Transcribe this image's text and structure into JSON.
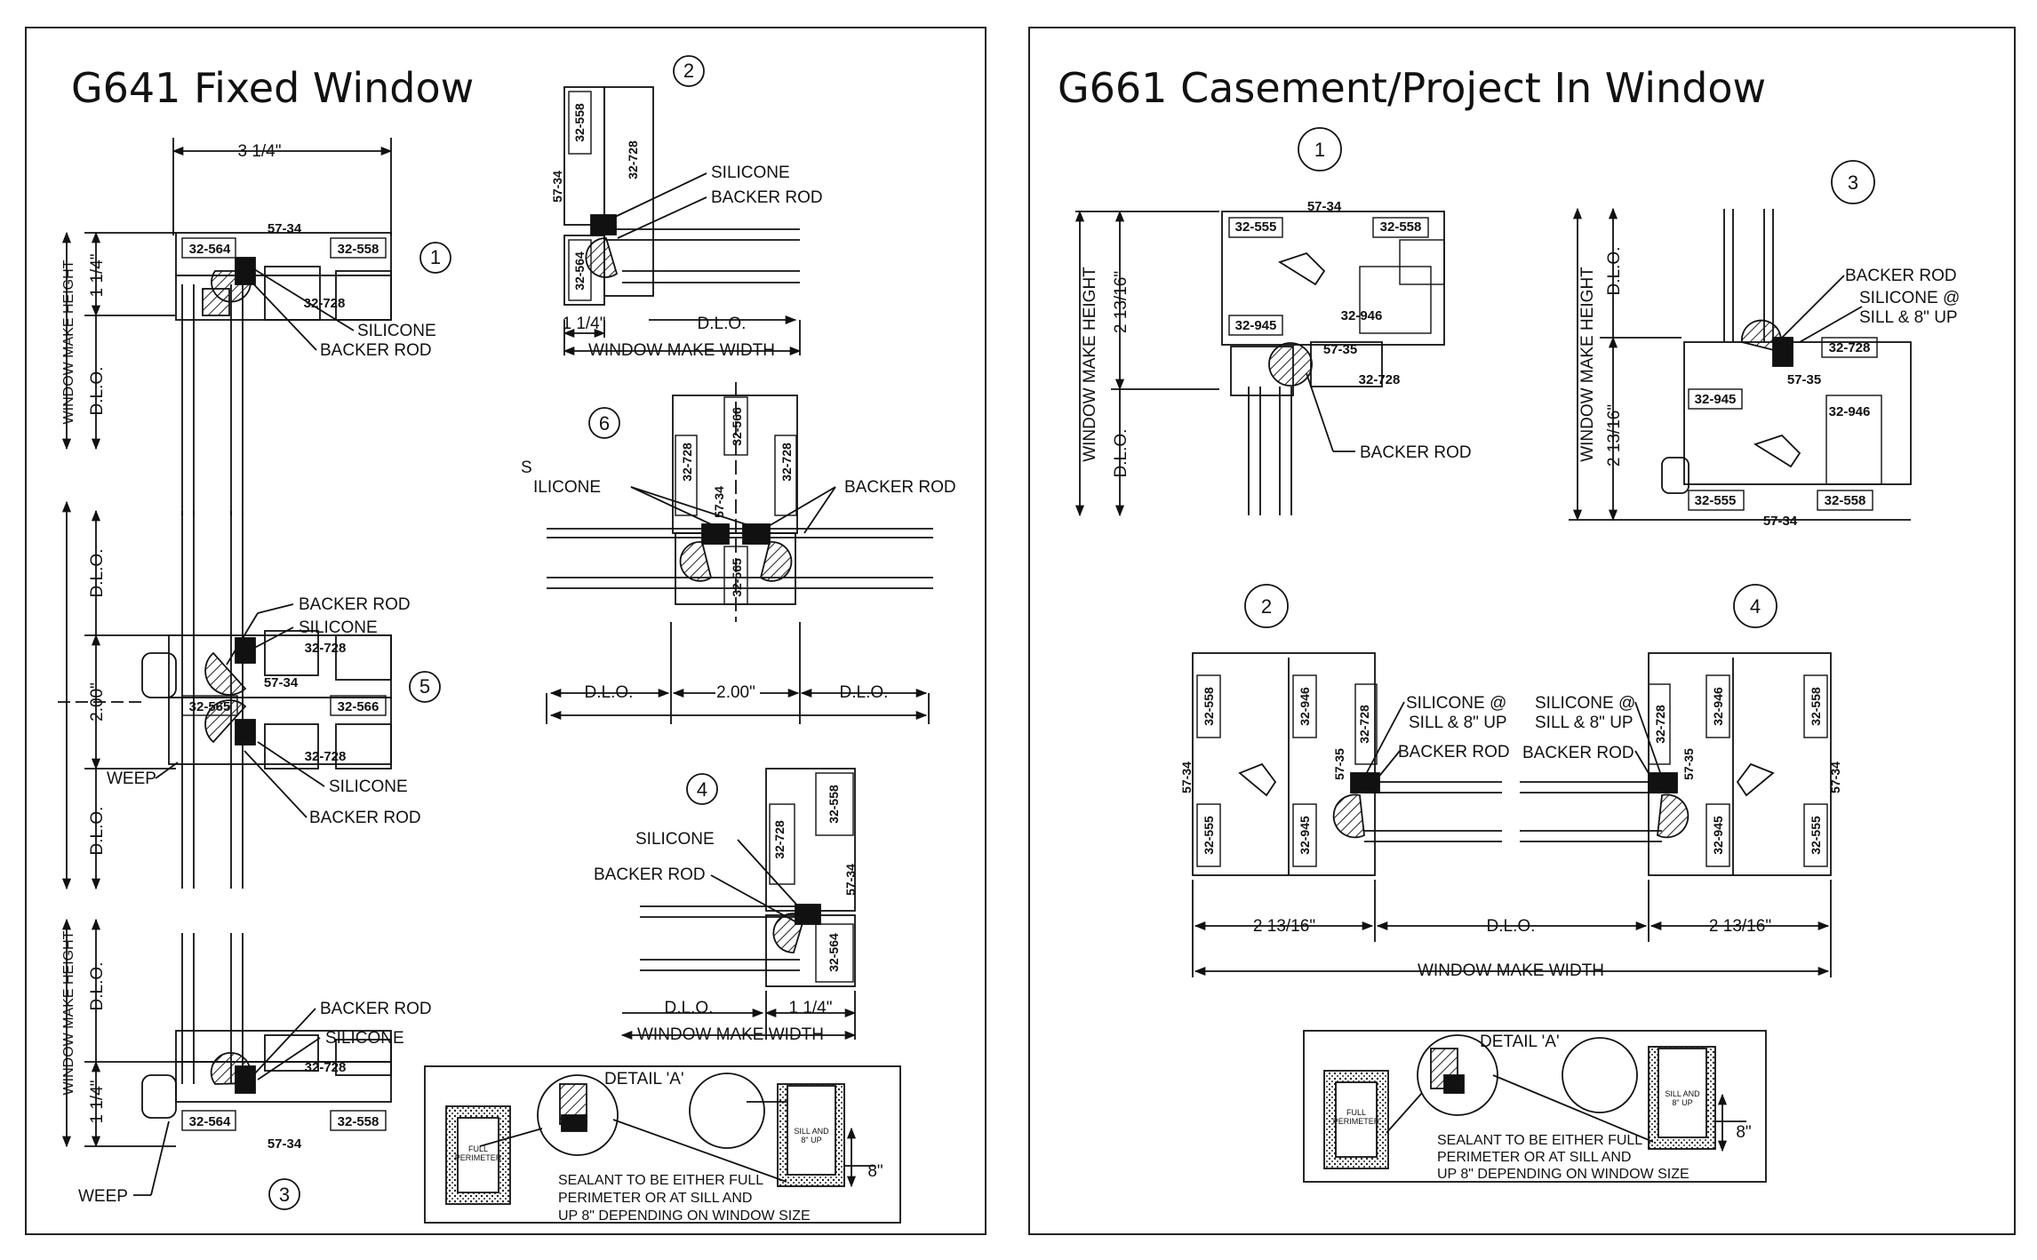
{
  "left": {
    "title": "G641 Fixed Window",
    "d1": {
      "num": "1",
      "dim_width": "3 1/4\"",
      "dim_sill": "1 1/4\"",
      "dim_dlo": "D.L.O.",
      "dim_height": "WINDOW MAKE HEIGHT",
      "p1": "32-564",
      "p2": "57-34",
      "p3": "32-558",
      "p4": "32-728",
      "silicone": "SILICONE",
      "backer": "BACKER ROD"
    },
    "d2": {
      "num": "2",
      "p1": "32-558",
      "p2": "57-34",
      "p3": "32-728",
      "p4": "32-564",
      "silicone": "SILICONE",
      "backer": "BACKER ROD",
      "dim_frame": "1 1/4\"",
      "dim_dlo": "D.L.O.",
      "dim_width": "WINDOW MAKE WIDTH"
    },
    "d3": {
      "num": "3",
      "dim_height": "WINDOW MAKE HEIGHT",
      "dim_dlo": "D.L.O.",
      "dim_sill": "1 1/4\"",
      "p1": "32-728",
      "p2": "32-564",
      "p3": "32-558",
      "p4": "57-34",
      "backer": "BACKER ROD",
      "silicone": "SILICONE",
      "weep": "WEEP"
    },
    "d4": {
      "num": "4",
      "silicone": "SILICONE",
      "backer": "BACKER ROD",
      "p1": "32-728",
      "p2": "32-558",
      "p3": "57-34",
      "p4": "32-564",
      "dim_dlo": "D.L.O.",
      "dim_frame": "1 1/4\"",
      "dim_width": "WINDOW MAKE WIDTH"
    },
    "d5": {
      "num": "5",
      "backer1": "BACKER ROD",
      "silicone1": "SILICONE",
      "p1": "32-728",
      "p2": "57-34",
      "p3": "32-565",
      "p4": "32-566",
      "p5": "32-728",
      "weep": "WEEP",
      "silicone2": "SILICONE",
      "backer2": "BACKER ROD",
      "dim_dlo1": "D.L.O.",
      "dim_mid": "2.00\"",
      "dim_dlo2": "D.L.O."
    },
    "d6": {
      "num": "6",
      "silicone_a": "S",
      "silicone_b": "ILICONE",
      "backer": "BACKER ROD",
      "p1": "32-728",
      "p2": "32-566",
      "p3": "32-728",
      "p4": "57-34",
      "p5": "32-565",
      "dim_dlo1": "D.L.O.",
      "dim_mid": "2.00\"",
      "dim_dlo2": "D.L.O."
    },
    "detail": {
      "title": "DETAIL 'A'",
      "full": "FULL",
      "perimeter": "PERIMETER",
      "sill1": "SILL AND",
      "sill2": "8\" UP",
      "dim": "8\"",
      "note1": "SEALANT TO BE EITHER FULL",
      "note2": "PERIMETER OR AT SILL AND",
      "note3": "UP 8\" DEPENDING ON WINDOW SIZE"
    }
  },
  "right": {
    "title": "G661 Casement/Project In Window",
    "d1": {
      "num": "1",
      "dim_height": "WINDOW MAKE HEIGHT",
      "dim_frame": "2 13/16\"",
      "dim_dlo": "D.L.O.",
      "p1": "32-555",
      "p2": "57-34",
      "p3": "32-558",
      "p4": "32-945",
      "p5": "32-946",
      "p6": "57-35",
      "p7": "32-728",
      "backer": "BACKER ROD"
    },
    "d2": {
      "num": "2",
      "p1": "32-558",
      "p2": "32-946",
      "p3": "32-728",
      "p4": "57-34",
      "p5": "57-35",
      "p6": "32-555",
      "p7": "32-945",
      "silicone1": "SILICONE @",
      "silicone2": "SILL & 8\" UP",
      "backer": "BACKER ROD"
    },
    "d3": {
      "num": "3",
      "dim_height": "WINDOW MAKE HEIGHT",
      "dim_frame": "2 13/16\"",
      "dim_dlo": "D.L.O.",
      "backer": "BACKER ROD",
      "silicone1": "SILICONE @",
      "silicone2": "SILL & 8\" UP",
      "p1": "32-728",
      "p2": "32-945",
      "p3": "57-35",
      "p4": "32-946",
      "p5": "32-555",
      "p6": "32-558",
      "p7": "57-34"
    },
    "d4": {
      "num": "4",
      "silicone1": "SILICONE @",
      "silicone2": "SILL & 8\" UP",
      "backer": "BACKER ROD",
      "p1": "32-728",
      "p2": "32-946",
      "p3": "32-558",
      "p4": "57-35",
      "p5": "57-34",
      "p6": "32-945",
      "p7": "32-555"
    },
    "dims": {
      "left": "2 13/16\"",
      "dlo": "D.L.O.",
      "right": "2 13/16\"",
      "width": "WINDOW MAKE WIDTH"
    },
    "detail": {
      "title": "DETAIL 'A'",
      "full": "FULL",
      "perimeter": "PERIMETER",
      "sill1": "SILL AND",
      "sill2": "8\" UP",
      "dim": "8\"",
      "note1": "SEALANT TO BE EITHER FULL",
      "note2": "PERIMETER OR AT SILL AND",
      "note3": "UP 8\" DEPENDING ON WINDOW SIZE"
    }
  }
}
